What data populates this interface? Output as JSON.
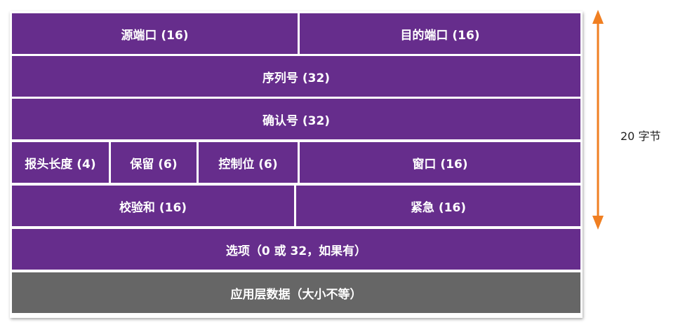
{
  "colors": {
    "field_fill": "#662d8c",
    "data_fill": "#666666",
    "text": "#ffffff",
    "arrow": "#f07f22"
  },
  "rows": [
    {
      "fields": [
        {
          "label": "源端口 (16)"
        },
        {
          "label": "目的端口 (16)"
        }
      ]
    },
    {
      "fields": [
        {
          "label": "序列号 (32)"
        }
      ]
    },
    {
      "fields": [
        {
          "label": "确认号 (32)"
        }
      ]
    },
    {
      "fields": [
        {
          "label": "报头长度 (4)"
        },
        {
          "label": "保留 (6)"
        },
        {
          "label": "控制位 (6)"
        },
        {
          "label": "窗口 (16)"
        }
      ]
    },
    {
      "fields": [
        {
          "label": "校验和 (16)"
        },
        {
          "label": "紧急 (16)"
        }
      ]
    },
    {
      "fields": [
        {
          "label": "选项（0 或 32，如果有）"
        }
      ]
    },
    {
      "fields": [
        {
          "label": "应用层数据（大小不等）"
        }
      ]
    }
  ],
  "size_indicator": {
    "label": "20 字节",
    "icon": "double-arrow-vertical-icon"
  }
}
